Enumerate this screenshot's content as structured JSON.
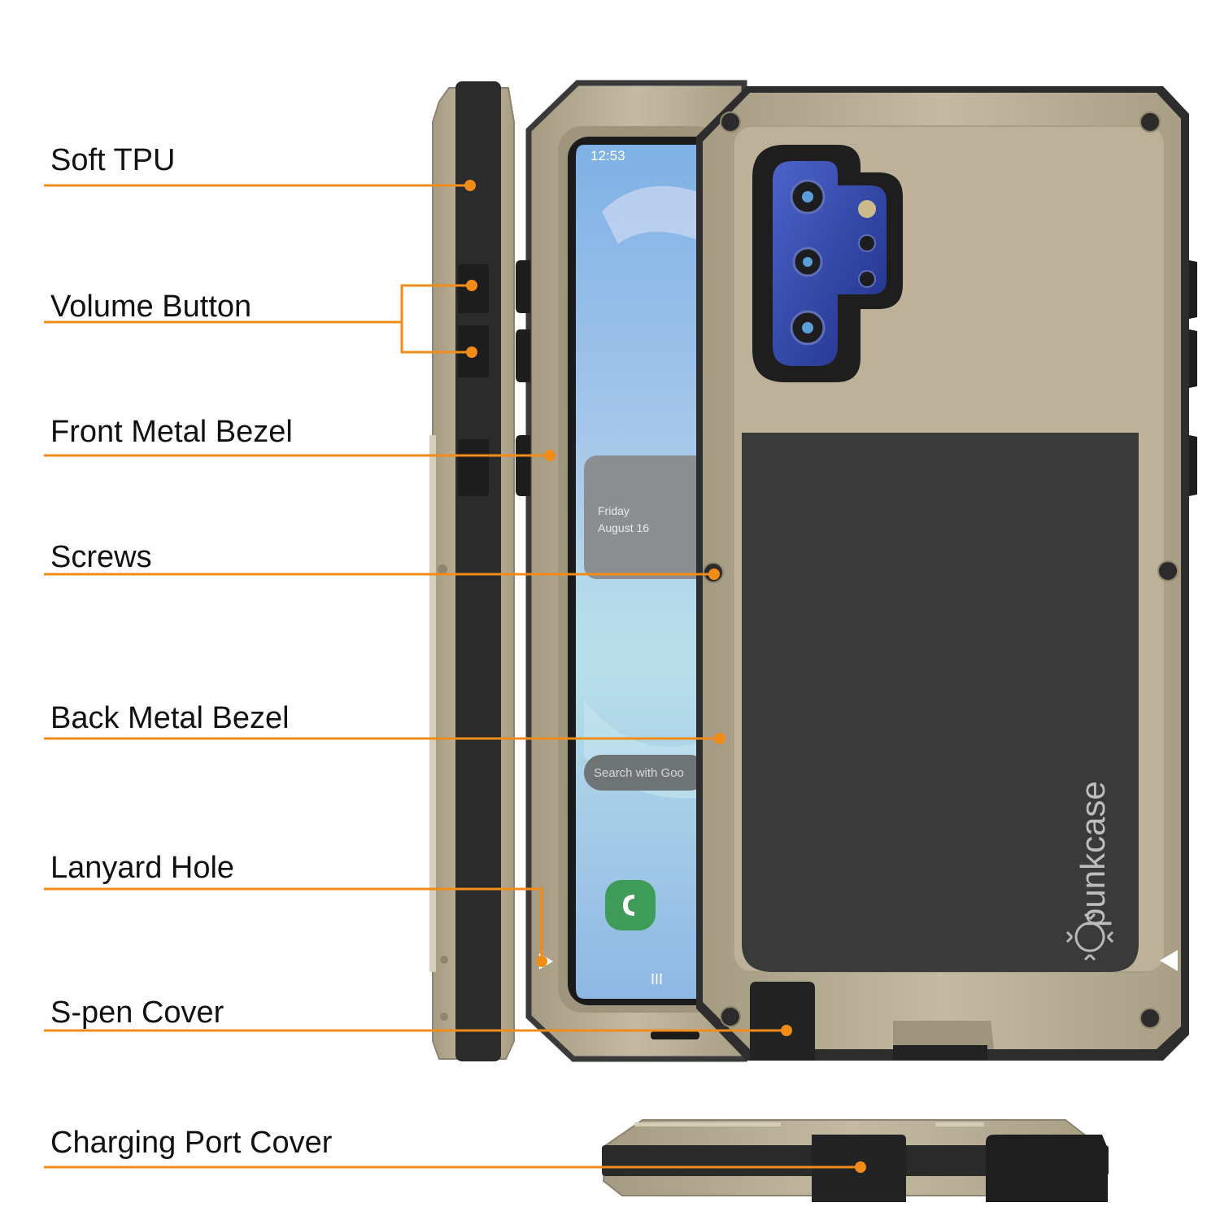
{
  "accent_color": "#f28c18",
  "case_color": "#b6ab93",
  "callouts": [
    {
      "label": "Soft TPU"
    },
    {
      "label": "Volume Button"
    },
    {
      "label": "Front Metal Bezel"
    },
    {
      "label": "Screws"
    },
    {
      "label": "Back Metal Bezel"
    },
    {
      "label": "Lanyard Hole"
    },
    {
      "label": "S-pen Cover"
    },
    {
      "label": "Charging Port Cover"
    }
  ],
  "phone_screen": {
    "time": "12:53",
    "day": "Friday",
    "date": "August 16",
    "search_placeholder": "Search with Goo",
    "nav_recent": "III",
    "app_icon": "phone-app-icon"
  },
  "brand": {
    "logo_text": "punkcase"
  }
}
